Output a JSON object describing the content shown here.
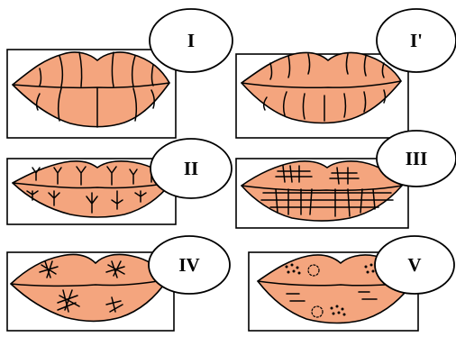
{
  "colors": {
    "lip_fill": "#f4a57e",
    "outline": "#000000",
    "background": "#ffffff"
  },
  "panels": [
    {
      "label": "I",
      "pattern": "complete-vertical-grooves"
    },
    {
      "label": "I'",
      "pattern": "incomplete-vertical-grooves"
    },
    {
      "label": "II",
      "pattern": "branched-grooves"
    },
    {
      "label": "III",
      "pattern": "intersecting-grooves"
    },
    {
      "label": "IV",
      "pattern": "reticular-grooves"
    },
    {
      "label": "V",
      "pattern": "undetermined-patterns"
    }
  ]
}
